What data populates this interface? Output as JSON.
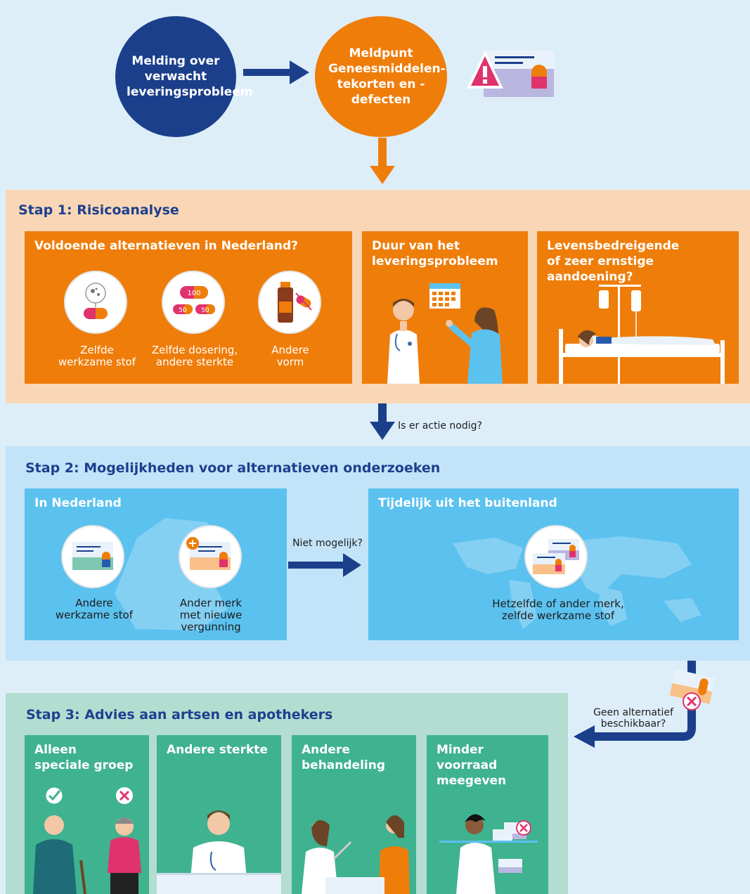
{
  "top": {
    "report_circle": "Melding over verwacht leveringsprobleem",
    "meldpunt_circle": "Meldpunt Geneesmiddelen-tekorten en -defecten"
  },
  "step1": {
    "title": "Stap 1: Risicoanalyse",
    "card_alternatives": {
      "title": "Voldoende alternatieven in Nederland?",
      "items": [
        "Zelfde\nwerkzame stof",
        "Zelfde dosering,\nandere sterkte",
        "Andere\nvorm"
      ],
      "pill_labels": [
        "100",
        "50",
        "50"
      ]
    },
    "card_duration": {
      "title": "Duur van het\nleveringsprobleem"
    },
    "card_severity": {
      "title": "Levensbedreigende\nof zeer ernstige aandoening?"
    }
  },
  "arrow1_label": "Is er actie nodig?",
  "step2": {
    "title": "Stap 2: Mogelijkheden voor alternatieven onderzoeken",
    "card_nl": {
      "title": "In Nederland",
      "items": [
        "Andere\nwerkzame stof",
        "Ander merk\nmet nieuwe\nvergunning"
      ]
    },
    "between_label": "Niet mogelijk?",
    "card_abroad": {
      "title": "Tijdelijk uit het buitenland",
      "item": "Hetzelfde of ander merk,\nzelfde werkzame stof"
    }
  },
  "side_label": "Geen alternatief\nbeschikbaar?",
  "step3": {
    "title": "Stap 3: Advies aan artsen en apothekers",
    "cards": [
      "Alleen\nspeciale groep",
      "Andere sterkte",
      "Andere\nbehandeling",
      "Minder voorraad\nmeegeven"
    ]
  },
  "colors": {
    "navy": "#1b3f8b",
    "orange": "#ef7d0a",
    "peach": "#f9d7b6",
    "light_blue_band": "#c3e4f8",
    "sky": "#5bc1ef",
    "mint_band": "#b2ddd0",
    "teal": "#3fb28f"
  }
}
